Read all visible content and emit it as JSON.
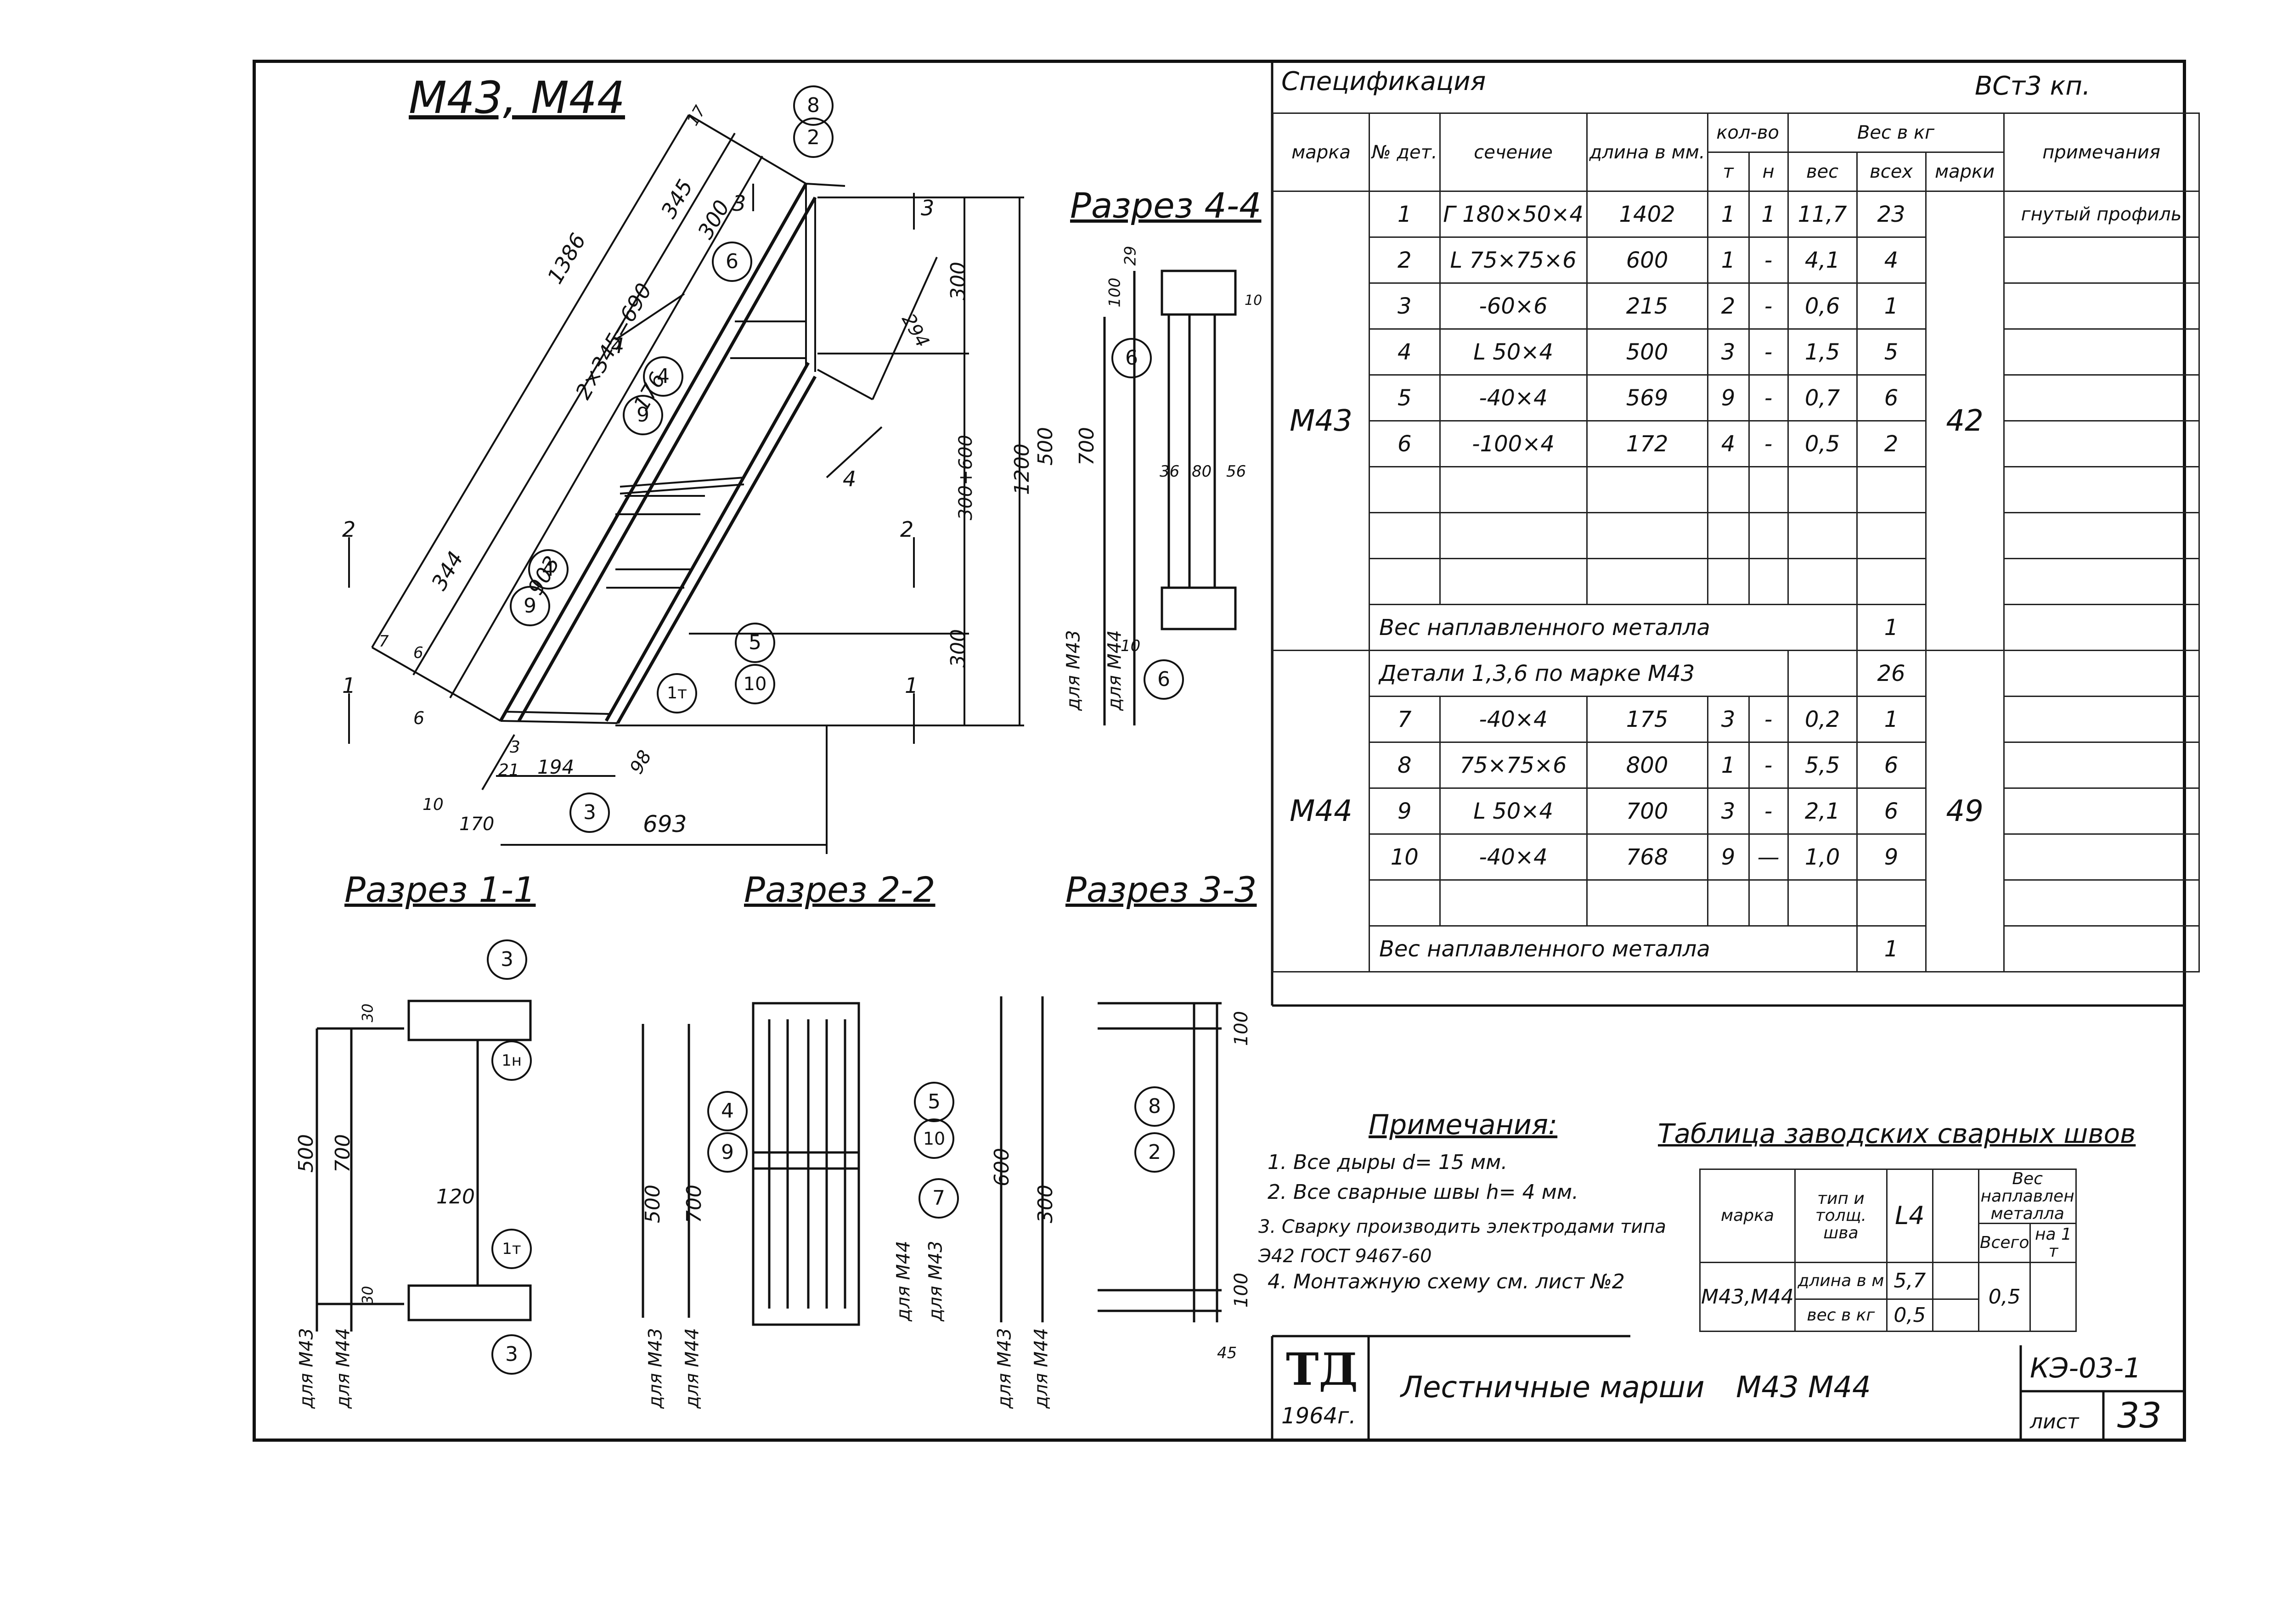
{
  "drawing": {
    "main_title": "М43, М44",
    "sections": {
      "s44": "Разрез 4-4",
      "s11": "Разрез 1-1",
      "s22": "Разрез 2-2",
      "s33": "Разрез 3-3"
    },
    "dims": [
      "345",
      "300",
      "17",
      "1386",
      "2×345=690",
      "176",
      "903",
      "344",
      "294",
      "300",
      "300+600",
      "1200",
      "500",
      "700",
      "300",
      "21",
      "194",
      "98",
      "170",
      "693",
      "6",
      "10",
      "3",
      "7",
      "6"
    ],
    "sec44_dims": [
      "29",
      "100",
      "10",
      "36",
      "80",
      "56",
      "10"
    ],
    "sec11_dims": [
      "30",
      "500",
      "700",
      "120",
      "30"
    ],
    "sec22_dims": [
      "500",
      "700"
    ],
    "sec33_dims": [
      "600",
      "300",
      "100",
      "100",
      "45"
    ],
    "for_labels": [
      "для М43",
      "для М44"
    ],
    "balloons": [
      "8",
      "2",
      "6",
      "4",
      "9",
      "4",
      "9",
      "5",
      "10",
      "1т",
      "3",
      "6",
      "6",
      "3",
      "1н",
      "1т",
      "3",
      "4",
      "9",
      "5",
      "10",
      "7",
      "8",
      "2"
    ]
  },
  "spec": {
    "title": "Спецификация",
    "steel": "ВСт3 кп.",
    "headers": {
      "mark": "марка",
      "det": "№ дет.",
      "section": "сечение",
      "length": "длина в мм.",
      "qty": "кол-во",
      "qty_t": "т",
      "qty_n": "н",
      "weight": "Вес в кг",
      "w_one": "вес",
      "w_all": "всех",
      "w_mark": "марки",
      "note": "примечания"
    },
    "m43": {
      "mark": "М43",
      "total": "42",
      "rows": [
        {
          "det": "1",
          "section": "Г 180×50×4",
          "length": "1402",
          "t": "1",
          "n": "1",
          "w": "11,7",
          "wall": "23",
          "note": "гнутый профиль"
        },
        {
          "det": "2",
          "section": "L 75×75×6",
          "length": "600",
          "t": "1",
          "n": "-",
          "w": "4,1",
          "wall": "4",
          "note": ""
        },
        {
          "det": "3",
          "section": "-60×6",
          "length": "215",
          "t": "2",
          "n": "-",
          "w": "0,6",
          "wall": "1",
          "note": ""
        },
        {
          "det": "4",
          "section": "L 50×4",
          "length": "500",
          "t": "3",
          "n": "-",
          "w": "1,5",
          "wall": "5",
          "note": ""
        },
        {
          "det": "5",
          "section": "-40×4",
          "length": "569",
          "t": "9",
          "n": "-",
          "w": "0,7",
          "wall": "6",
          "note": ""
        },
        {
          "det": "6",
          "section": "-100×4",
          "length": "172",
          "t": "4",
          "n": "-",
          "w": "0,5",
          "wall": "2",
          "note": ""
        }
      ],
      "weld_label": "Вес наплавленного металла",
      "weld_value": "1"
    },
    "m44": {
      "mark": "М44",
      "total": "49",
      "details_label": "Детали 1,3,6 по марке М43",
      "details_value": "26",
      "rows": [
        {
          "det": "7",
          "section": "-40×4",
          "length": "175",
          "t": "3",
          "n": "-",
          "w": "0,2",
          "wall": "1"
        },
        {
          "det": "8",
          "section": "75×75×6",
          "length": "800",
          "t": "1",
          "n": "-",
          "w": "5,5",
          "wall": "6"
        },
        {
          "det": "9",
          "section": "L 50×4",
          "length": "700",
          "t": "3",
          "n": "-",
          "w": "2,1",
          "wall": "6"
        },
        {
          "det": "10",
          "section": "-40×4",
          "length": "768",
          "t": "9",
          "n": "—",
          "w": "1,0",
          "wall": "9"
        }
      ],
      "weld_label": "Вес наплавленного металла",
      "weld_value": "1"
    }
  },
  "notes": {
    "title": "Примечания:",
    "items": [
      "1. Все дыры d= 15 мм.",
      "2. Все сварные швы h= 4 мм.",
      "3. Сварку производить электродами типа Э42 ГОСТ 9467-60",
      "4. Монтажную схему см. лист №2"
    ]
  },
  "weld_table": {
    "title": "Таблица заводских сварных швов",
    "col_mark": "марка",
    "col_type": "тип и толщ. шва",
    "col_type_val": "L4",
    "col_weight": "Вес наплавлен металла",
    "col_total": "Всего",
    "col_per": "на 1 т",
    "row_mark": "М43,М44",
    "len_label": "длина в м",
    "len_val": "5,7",
    "w_label": "вес в кг",
    "w_val": "0,5",
    "total_val": "0,5"
  },
  "title_block": {
    "logo": "ТД",
    "year": "1964г.",
    "name": "Лестничные марши",
    "marks": "М43  М44",
    "code": "КЭ-03-1",
    "sheet_label": "лист",
    "sheet_no": "33"
  }
}
